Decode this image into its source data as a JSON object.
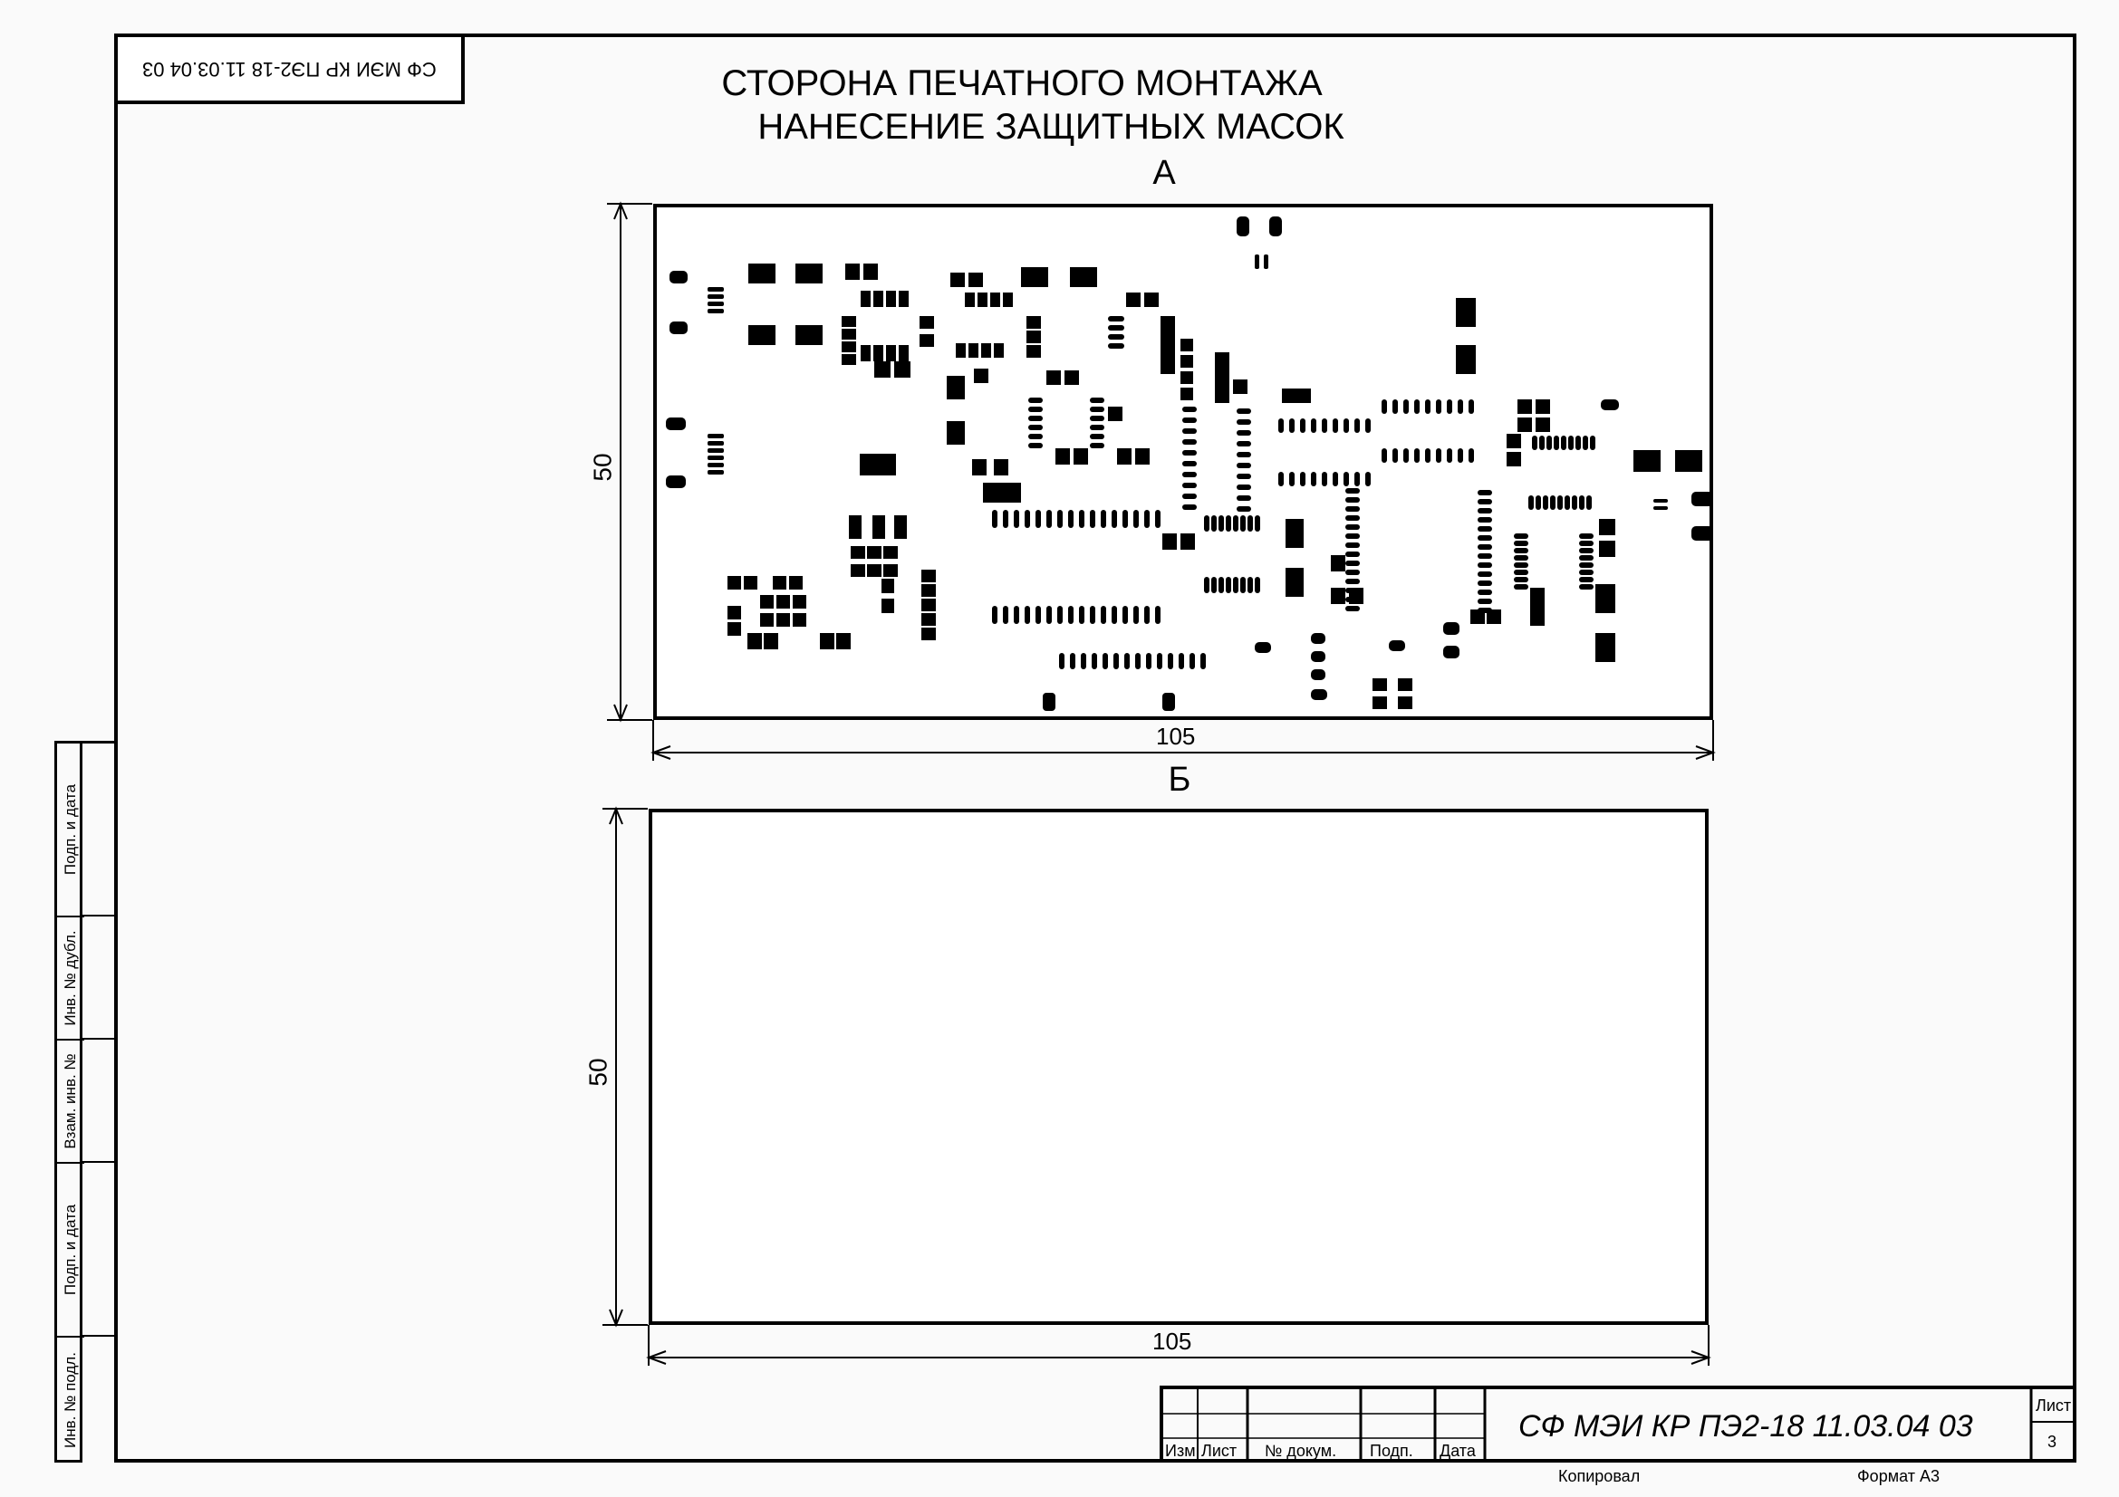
{
  "rotated_stamp": "СФ МЭИ КР ПЭ2-18 11.03.04 03",
  "title": {
    "line1": "СТОРОНА ПЕЧАТНОГО МОНТАЖА",
    "line2": "НАНЕСЕНИЕ ЗАЩИТНЫХ МАСОК"
  },
  "view_a": {
    "label": "А",
    "width_dim": "105",
    "height_dim": "50"
  },
  "view_b": {
    "label": "Б",
    "width_dim": "105",
    "height_dim": "50"
  },
  "left_strip": [
    "Подп. и дата",
    "Инв. № дубл.",
    "Взам. инв. №",
    "Подп. и дата",
    "Инв. № подл."
  ],
  "title_block": {
    "columns": [
      "Изм",
      "Лист",
      "№ докум.",
      "Подп.",
      "Дата"
    ],
    "code": "СФ МЭИ КР ПЭ2-18 11.03.04 03",
    "sheet_label": "Лист",
    "sheet_number": "3",
    "copied_label": "Копировал",
    "format_label": "Формат А3"
  },
  "colors": {
    "ink": "#000000",
    "paper": "#fafafa"
  }
}
